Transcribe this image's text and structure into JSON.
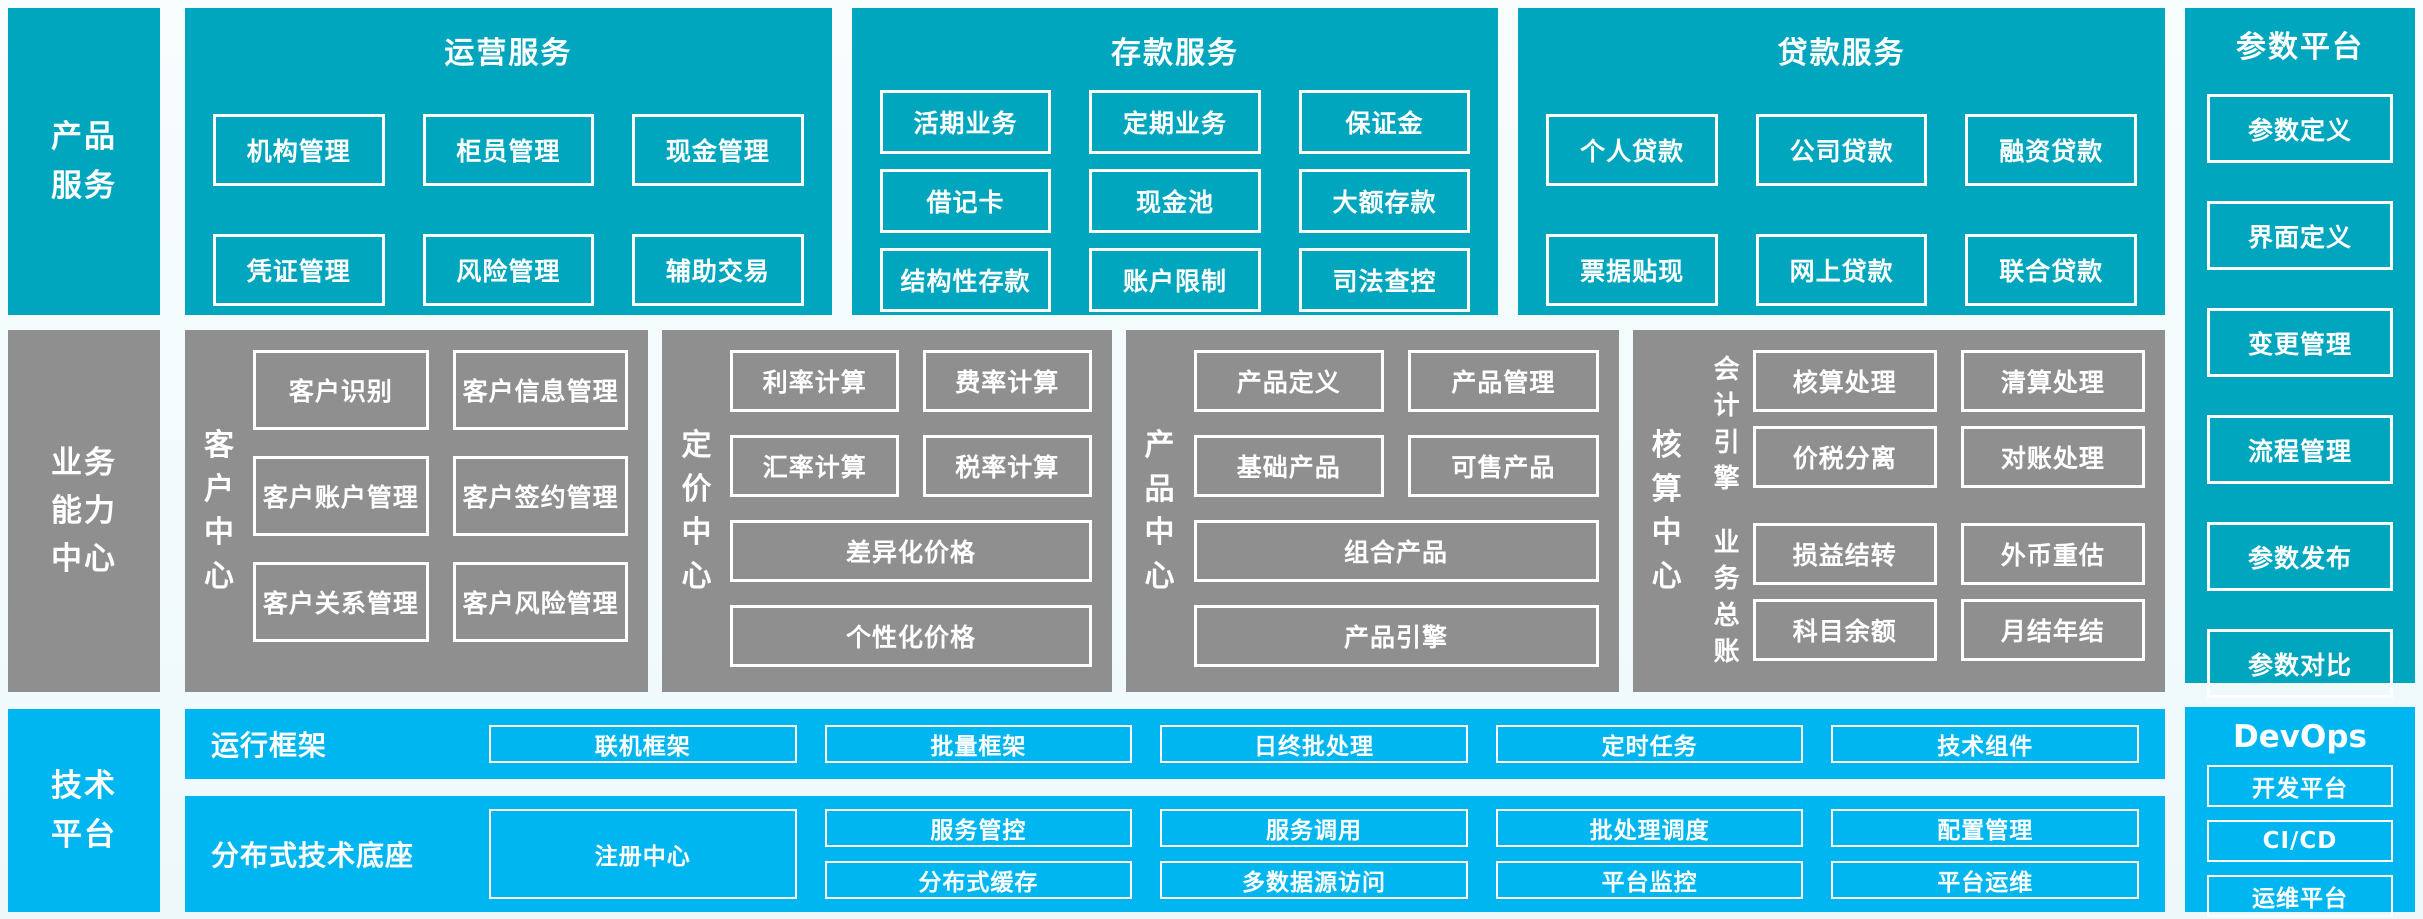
{
  "colors": {
    "teal": "#00a6bd",
    "blue": "#00b6f0",
    "gray": "#8f8f8f",
    "background": "#eef8fb",
    "text": "#ffffff"
  },
  "left_rail": {
    "product_services": "产品\n服务",
    "business_capability": "业务\n能力\n中心",
    "tech_platform": "技术\n平台"
  },
  "top_sections": [
    {
      "title": "运营服务",
      "items": [
        "机构管理",
        "柜员管理",
        "现金管理",
        "凭证管理",
        "风险管理",
        "辅助交易"
      ]
    },
    {
      "title": "存款服务",
      "items": [
        "活期业务",
        "定期业务",
        "保证金",
        "借记卡",
        "现金池",
        "大额存款",
        "结构性存款",
        "账户限制",
        "司法查控"
      ]
    },
    {
      "title": "贷款服务",
      "items": [
        "个人贷款",
        "公司贷款",
        "融资贷款",
        "票据贴现",
        "网上贷款",
        "联合贷款"
      ]
    }
  ],
  "parameter_platform": {
    "title": "参数平台",
    "items": [
      "参数定义",
      "界面定义",
      "变更管理",
      "流程管理",
      "参数发布",
      "参数对比"
    ]
  },
  "centers": {
    "customer": {
      "label": "客户中心",
      "items": [
        "客户识别",
        "客户信息管理",
        "客户账户管理",
        "客户签约管理",
        "客户关系管理",
        "客户风险管理"
      ]
    },
    "pricing": {
      "label": "定价中心",
      "items": [
        "利率计算",
        "费率计算",
        "汇率计算",
        "税率计算"
      ],
      "wide": [
        "差异化价格",
        "个性化价格"
      ]
    },
    "product": {
      "label": "产品中心",
      "items": [
        "产品定义",
        "产品管理",
        "基础产品",
        "可售产品"
      ],
      "wide": [
        "组合产品",
        "产品引擎"
      ]
    },
    "accounting": {
      "label": "核算中心",
      "groups": [
        {
          "label": "会计引擎",
          "items": [
            "核算处理",
            "清算处理",
            "价税分离",
            "对账处理"
          ]
        },
        {
          "label": "业务总账",
          "items": [
            "损益结转",
            "外币重估",
            "科目余额",
            "月结年结"
          ]
        }
      ]
    }
  },
  "tech": {
    "runtime": {
      "label": "运行框架",
      "items": [
        "联机框架",
        "批量框架",
        "日终批处理",
        "定时任务",
        "技术组件"
      ]
    },
    "distributed": {
      "label": "分布式技术底座",
      "registry": "注册中心",
      "row1": [
        "服务管控",
        "服务调用",
        "批处理调度",
        "配置管理"
      ],
      "row2": [
        "分布式缓存",
        "多数据源访问",
        "平台监控",
        "平台运维"
      ]
    }
  },
  "devops": {
    "title": "DevOps",
    "items": [
      "开发平台",
      "CI/CD",
      "运维平台"
    ]
  }
}
